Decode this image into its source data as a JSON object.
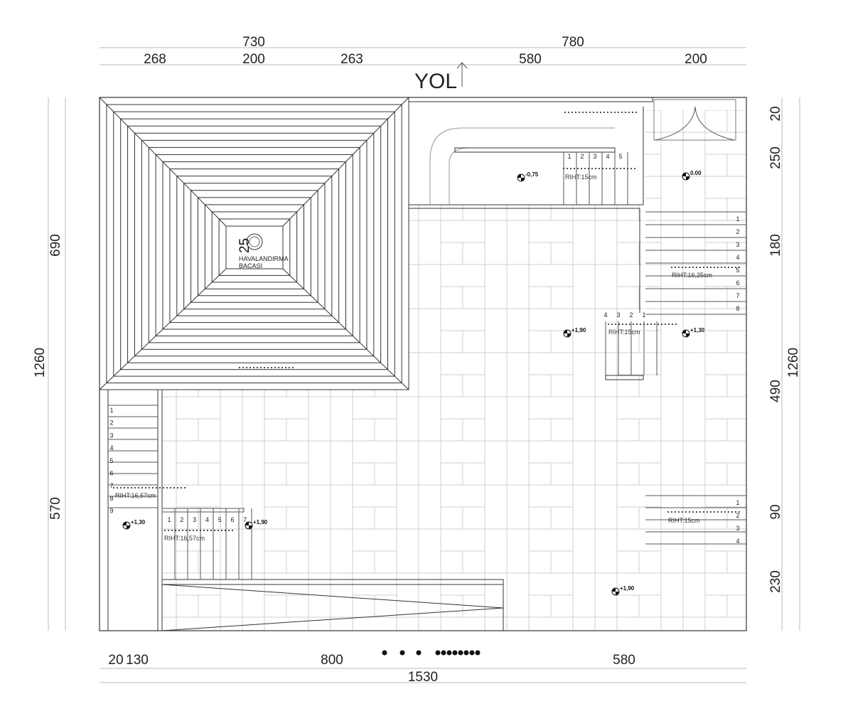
{
  "title": "YOL",
  "dimensions": {
    "top_total": [
      "730",
      "780"
    ],
    "top_parts": [
      "268",
      "200",
      "263",
      "580",
      "200"
    ],
    "left": [
      "690",
      "1260",
      "570"
    ],
    "right": [
      "20",
      "250",
      "180",
      "490",
      "90",
      "230",
      "1260"
    ],
    "bottom": [
      "20",
      "130",
      "800",
      "580",
      "1530"
    ]
  },
  "chimney": {
    "size": "25",
    "label_line1": "HAVALANDIRMA",
    "label_line2": "BACASI"
  },
  "levels": [
    "-0,75",
    "0.00",
    "+1,90",
    "+1,30",
    "+1,30",
    "+1,90",
    "+1,90"
  ],
  "risers": [
    "RIHT:15cm",
    "RIHT:16,25cm",
    "RIHT:15cm",
    "RIHT:16,57cm",
    "RIHT:16,57cm",
    "RIHT:15cm"
  ],
  "stairs": {
    "top": [
      "1",
      "2",
      "3",
      "4",
      "5"
    ],
    "right_upper": [
      "1",
      "2",
      "3",
      "4",
      "5",
      "6",
      "7",
      "8"
    ],
    "middle": [
      "4",
      "3",
      "2",
      "1"
    ],
    "left": [
      "1",
      "2",
      "3",
      "4",
      "5",
      "6",
      "7",
      "8",
      "9"
    ],
    "bottom": [
      "1",
      "2",
      "3",
      "4",
      "5",
      "6",
      "7"
    ],
    "right_lower": [
      "1",
      "2",
      "3",
      "4"
    ]
  },
  "colors": {
    "line": "#333333",
    "paving": "#c8c8c8",
    "dim_line": "#bbbbbb"
  }
}
